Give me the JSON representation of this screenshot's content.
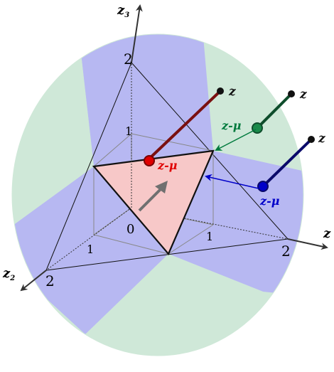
{
  "axes": {
    "z1": {
      "label": "z",
      "subscript": ""
    },
    "z2": {
      "label": "z",
      "subscript": "2"
    },
    "z3": {
      "label": "z",
      "subscript": "3"
    }
  },
  "ticks": {
    "origin": "0",
    "z1_1": "1",
    "z1_2": "2",
    "z2_1": "1",
    "z2_2": "2",
    "z3_1": "1",
    "z3_2": "2"
  },
  "points": {
    "red": {
      "z": "z",
      "zmu": "z-μ",
      "color": "#e00000"
    },
    "green": {
      "z": "z",
      "zmu": "z-μ",
      "color": "#007a3d"
    },
    "blue": {
      "z": "z",
      "zmu": "z-μ",
      "color": "#0000c8"
    }
  },
  "colors": {
    "region_green": "#cfe8d8",
    "region_blue": "#b7b8f2",
    "simplex_fill": "#f7c8c8",
    "arrow_gray": "#707070"
  }
}
